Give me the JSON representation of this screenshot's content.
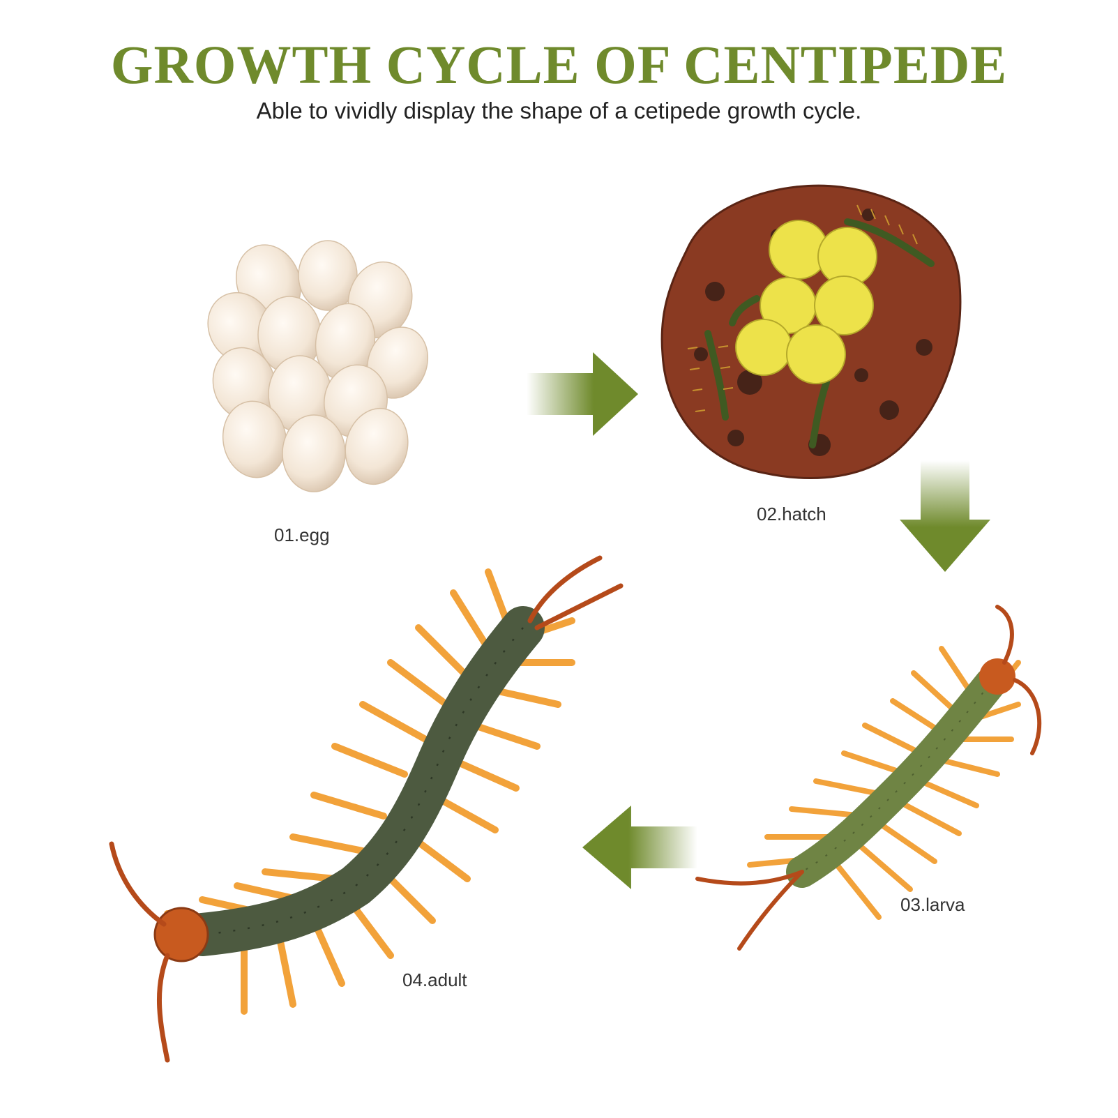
{
  "header": {
    "title": "GROWTH CYCLE OF CENTIPEDE",
    "subtitle": "Able to vividly display the shape of a cetipede growth cycle."
  },
  "stages": [
    {
      "label": "01.egg"
    },
    {
      "label": "02.hatch"
    },
    {
      "label": "03.larva"
    },
    {
      "label": "04.adult"
    }
  ],
  "colors": {
    "accent_green": "#6f8a2c",
    "egg_cream": "#f3e6d6",
    "egg_yellow": "#ede24a",
    "rock_red": "#8a3a22",
    "larva_green": "#6f8444",
    "adult_green": "#4d5a40",
    "leg_orange": "#f2a23a",
    "head_orange": "#c85a1f"
  },
  "icons": [
    "arrow-right-icon",
    "arrow-down-icon",
    "arrow-left-icon"
  ]
}
